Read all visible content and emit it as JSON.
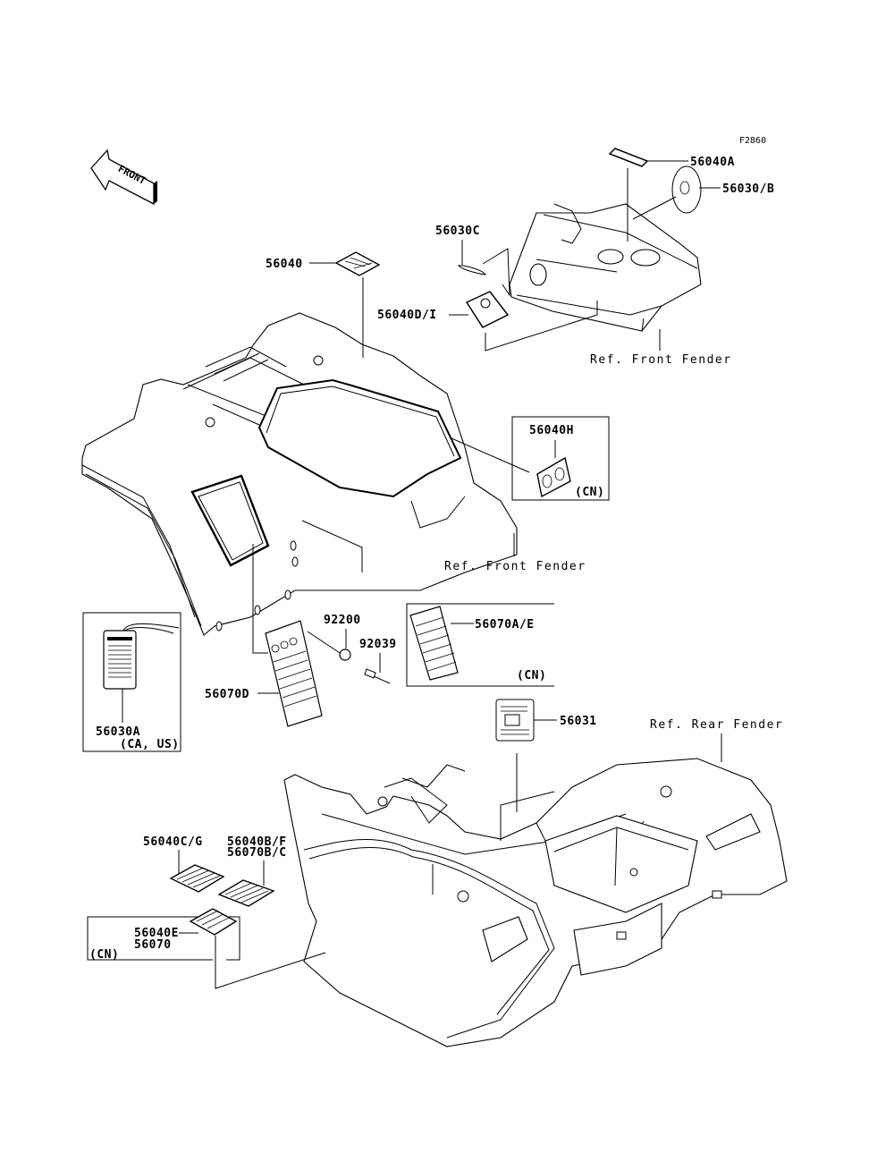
{
  "figure_id": "F2860",
  "front_arrow": {
    "label": "FRONT",
    "icon": "front-direction-arrow-icon"
  },
  "references": {
    "front_fender_top": "Ref. Front Fender",
    "front_fender_mid": "Ref. Front Fender",
    "rear_fender": "Ref. Rear Fender"
  },
  "parts": {
    "p56040A": "56040A",
    "p56030B": "56030/B",
    "p56030C": "56030C",
    "p56040DI": "56040D/I",
    "p56040": "56040",
    "p56040H": "56040H",
    "p56070AE": "56070A/E",
    "p92200": "92200",
    "p92039": "92039",
    "p56070D": "56070D",
    "p56030A": "56030A",
    "p56031": "56031",
    "p56040CG": "56040C/G",
    "p56040BF": "56040B/F",
    "p56070BC": "56070B/C",
    "p56040E": "56040E",
    "p56070": "56070"
  },
  "region_notes": {
    "cn_h": "(CN)",
    "cn_ae": "(CN)",
    "cn_e": "(CN)",
    "ca_us": "(CA, US)"
  }
}
